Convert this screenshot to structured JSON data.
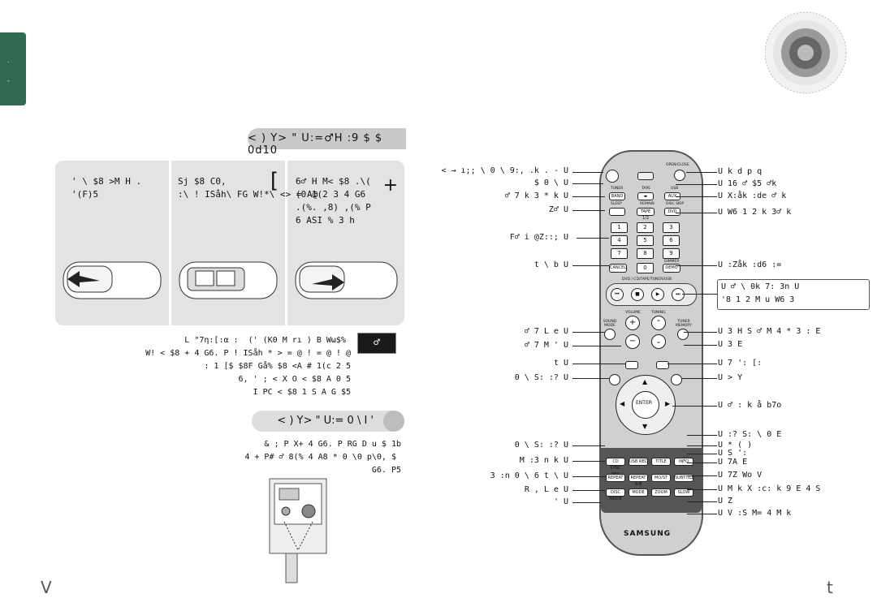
{
  "side_tab": {
    "marks": [
      ".",
      "-"
    ]
  },
  "title": "< ) Y> \" U:=♂H :9 $ $ 0d10",
  "steps": [
    {
      "marker": "+",
      "text": "6♂ H M< $8 .\\(\n(0 1(2 3 4 G6\n.(%. ,8) ,(% P\n6 ASI % 3 h"
    },
    {
      "marker": "[",
      "text": "Sj $8 C0,\n:\\ ! ISåh\\ FG W!*\\ <> = A@"
    },
    {
      "marker": "",
      "text": "' \\ $8 >M H .\n'(F)5"
    }
  ],
  "note": {
    "badge": "♂",
    "lines": [
      "L \"7η:[:α :  (' (K0 M rı ) B Wω$% ",
      "W! < $8 + 4 G6. P ! ISåh * > = @ ! = @ ! @",
      ": 1 [$ $8F Gå% $8 <A # 1(c 2 5",
      "6, ' ; < X O < $8 A 0 5",
      "I PC < $8 1 S A G $5"
    ]
  },
  "section": {
    "label": "< ) Y> \" U:=  0 \\  I '",
    "lines": [
      "& ; P X+ 4 G6. P RG D u $ 1b",
      "4 + P# ♂ 8(% 4 A8 * 0 \\0 p\\0, $ ",
      "G6. P5"
    ]
  },
  "remote": {
    "brand": "SAMSUNG",
    "top_labels": {
      "open_close": "OPEN/CLOSE",
      "tape": "TAPE",
      "tuner": "TUNER",
      "usb": "USB",
      "sleep": "SLEEP",
      "remain": "REMAIN",
      "disc_skip": "DISC SKIP"
    },
    "buttons": {
      "band": "BAND",
      "aux": "AUX",
      "tape12": "TAPE 1/2",
      "dvd": "DVD",
      "cancel": "CANCEL",
      "zero": "0",
      "demo": "DEMO",
      "dimmer": "DIMMER"
    },
    "numbers": [
      "1",
      "2",
      "3",
      "4",
      "5",
      "6",
      "7",
      "8",
      "9"
    ],
    "transport_label": "DVD / CD/TAPE/TUNER/USB",
    "vol_label": "VOLUME",
    "tuning_label": "TUNING",
    "sound_mode": "SOUND MODE",
    "tuner_memory": "TUNER MEMORY",
    "enter": "ENTER",
    "bottom_row1": [
      "CD SYNC REC",
      "USB REC",
      "TITLE",
      "INFO"
    ],
    "bottom_row2": [
      "REPEAT",
      "REPEAT A-B",
      "MO/ST",
      "SUBTITLE"
    ],
    "bottom_row3": [
      "DISC MODE",
      "MODE",
      "ZOOM",
      "SLOW"
    ]
  },
  "left_labels": [
    "< → ı;; \\ 0 \\ 9:, .k . - U",
    "$ 0 \\ U",
    "♂ 7 k 3 * k U",
    "Z♂ U",
    "F♂ i @Z::; U",
    "t \\ b U",
    "♂ 7 L e U",
    "♂ 7 M ' U",
    "t U",
    "0 \\ S: :? U",
    "0 \\ S: :? U",
    "M :3 n k U",
    "3 :n 0 \\ 6 t \\ U",
    "R , L e U",
    "' U"
  ],
  "right_labels": [
    "U k d p q",
    "U 16 ♂ $5 ♂k",
    "U X:åk :de ♂ k",
    "U W6 1 2 k 3♂ k",
    "U :Zåk :d6 :=",
    "U ♂ \\ 0k 7: 3n U",
    "'8 1 2 M u W6 3",
    "U 3 H S ♂ M 4 * 3 : E",
    "U 3 E",
    "U 7 ': [:",
    "U > Y",
    "U ♂ : k å b7o",
    "U :? S: \\ 0 E",
    "U * ( )",
    "U S ':",
    "U 7A E",
    "U 7Z Wo V",
    "U M k X :c: k 9 E 4 S",
    "U Z",
    "U V :S M= 4 M k"
  ],
  "page_left": "V",
  "page_right": "t"
}
